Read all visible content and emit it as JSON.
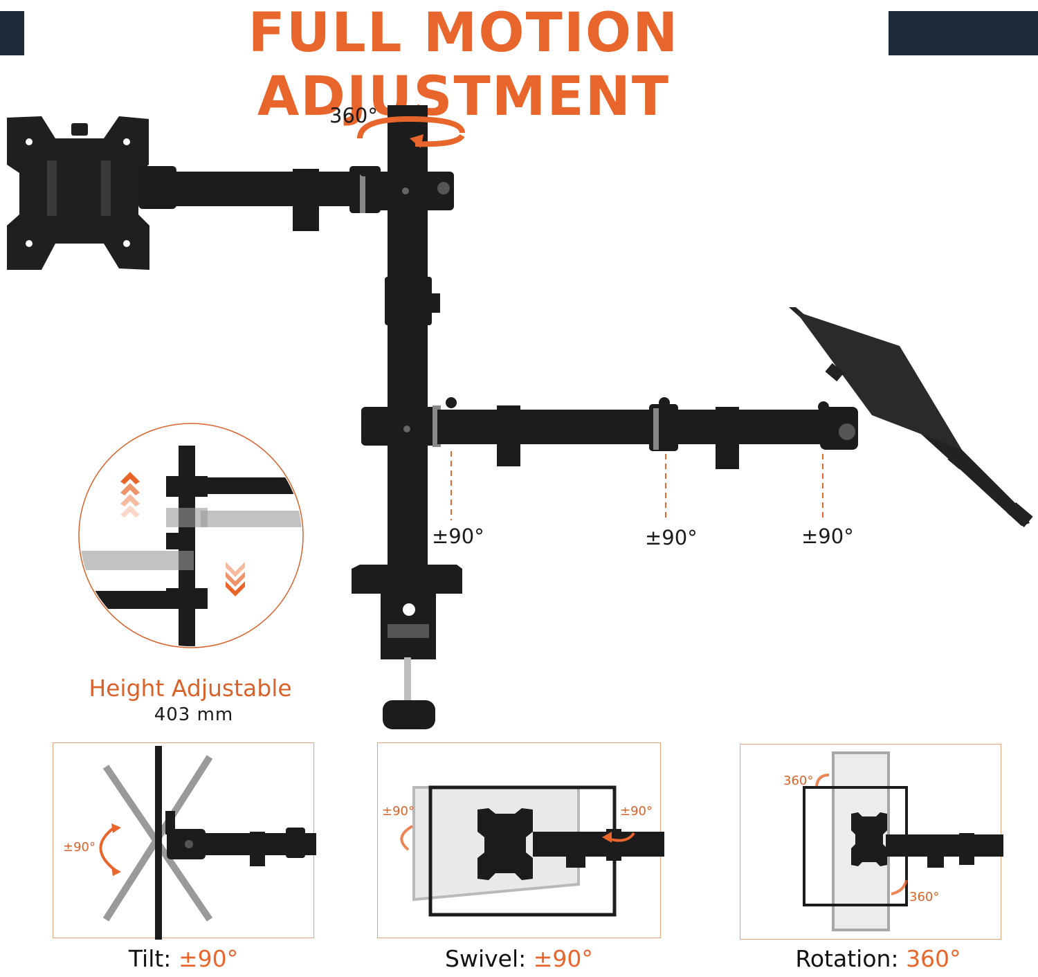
{
  "header": {
    "title": "FULL MOTION ADJUSTMENT"
  },
  "main_image": {
    "swivel_top_label": "360°",
    "joint_labels": [
      "±90°",
      "±90°",
      "±90°"
    ]
  },
  "height_inset": {
    "title": "Height Adjustable",
    "value": "403 mm"
  },
  "panels": [
    {
      "caption_label": "Tilt:",
      "caption_value": "±90°",
      "annotation": "±90°"
    },
    {
      "caption_label": "Swivel:",
      "caption_value": "±90°",
      "annotation_left": "±90°",
      "annotation_right": "±90°"
    },
    {
      "caption_label": "Rotation:",
      "caption_value": "360°",
      "annotation_top": "360°",
      "annotation_bottom": "360°"
    }
  ],
  "colors": {
    "accent": "#e8652b",
    "navy": "#1e2a3a",
    "metal": "#1c1c1c"
  }
}
